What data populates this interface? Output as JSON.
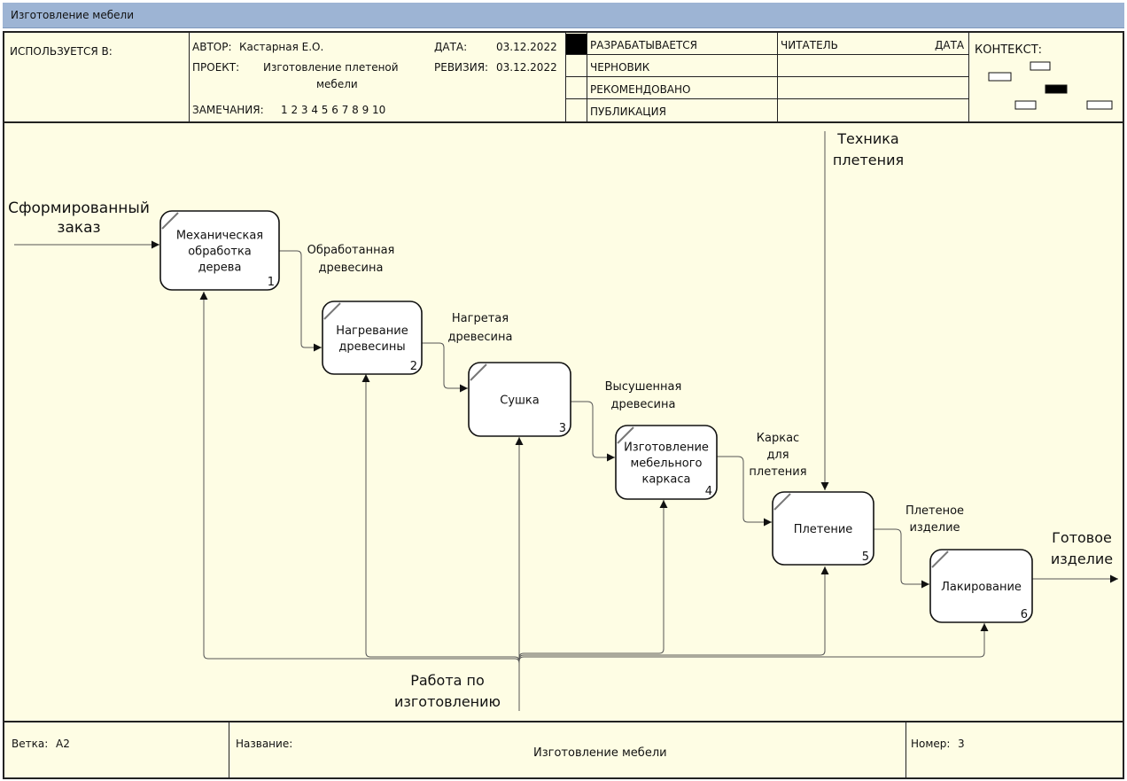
{
  "window": {
    "title": "Изготовление мебели"
  },
  "header": {
    "used_in": "ИСПОЛЬЗУЕТСЯ В:",
    "author_label": "АВТОР:",
    "author": "Кастарная Е.О.",
    "project_label": "ПРОЕКТ:",
    "project_line1": "Изготовление плетеной",
    "project_line2": "мебели",
    "notes_label": "ЗАМЕЧАНИЯ:",
    "notes": "1 2 3 4 5 6 7 8 9 10",
    "date_label": "ДАТА:",
    "date": "03.12.2022",
    "revision_label": "РЕВИЗИЯ:",
    "revision": "03.12.2022",
    "status": [
      "РАЗРАБАТЫВАЕТСЯ",
      "ЧЕРНОВИК",
      "РЕКОМЕНДОВАНО",
      "ПУБЛИКАЦИЯ"
    ],
    "reader_label": "ЧИТАТЕЛЬ",
    "reader_date_label": "ДАТА",
    "context_label": "КОНТЕКСТ:"
  },
  "diagram": {
    "activities": [
      {
        "lines": [
          "Механическая",
          "обработка",
          "дерева"
        ],
        "num": "1"
      },
      {
        "lines": [
          "Нагревание",
          "древесины"
        ],
        "num": "2"
      },
      {
        "lines": [
          "Сушка"
        ],
        "num": "3"
      },
      {
        "lines": [
          "Изготовление",
          "мебельного",
          "каркаса"
        ],
        "num": "4"
      },
      {
        "lines": [
          "Плетение"
        ],
        "num": "5"
      },
      {
        "lines": [
          "Лакирование"
        ],
        "num": "6"
      }
    ],
    "arrows": {
      "input": [
        "Сформированный",
        "заказ"
      ],
      "a1": [
        "Обработанная",
        "древесина"
      ],
      "a2": [
        "Нагретая",
        "древесина"
      ],
      "a3": [
        "Высушенная",
        "древесина"
      ],
      "a4": [
        "Каркас",
        "для",
        "плетения"
      ],
      "a5": [
        "Плетеное",
        "изделие"
      ],
      "output": [
        "Готовое",
        "изделие"
      ],
      "control": [
        "Техника",
        "плетения"
      ],
      "mechanism": [
        "Работа по",
        "изготовлению"
      ]
    }
  },
  "footer": {
    "node_label": "Ветка:",
    "node": "A2",
    "title_label": "Название:",
    "title": "Изготовление мебели",
    "number_label": "Номер:",
    "number": "3"
  }
}
